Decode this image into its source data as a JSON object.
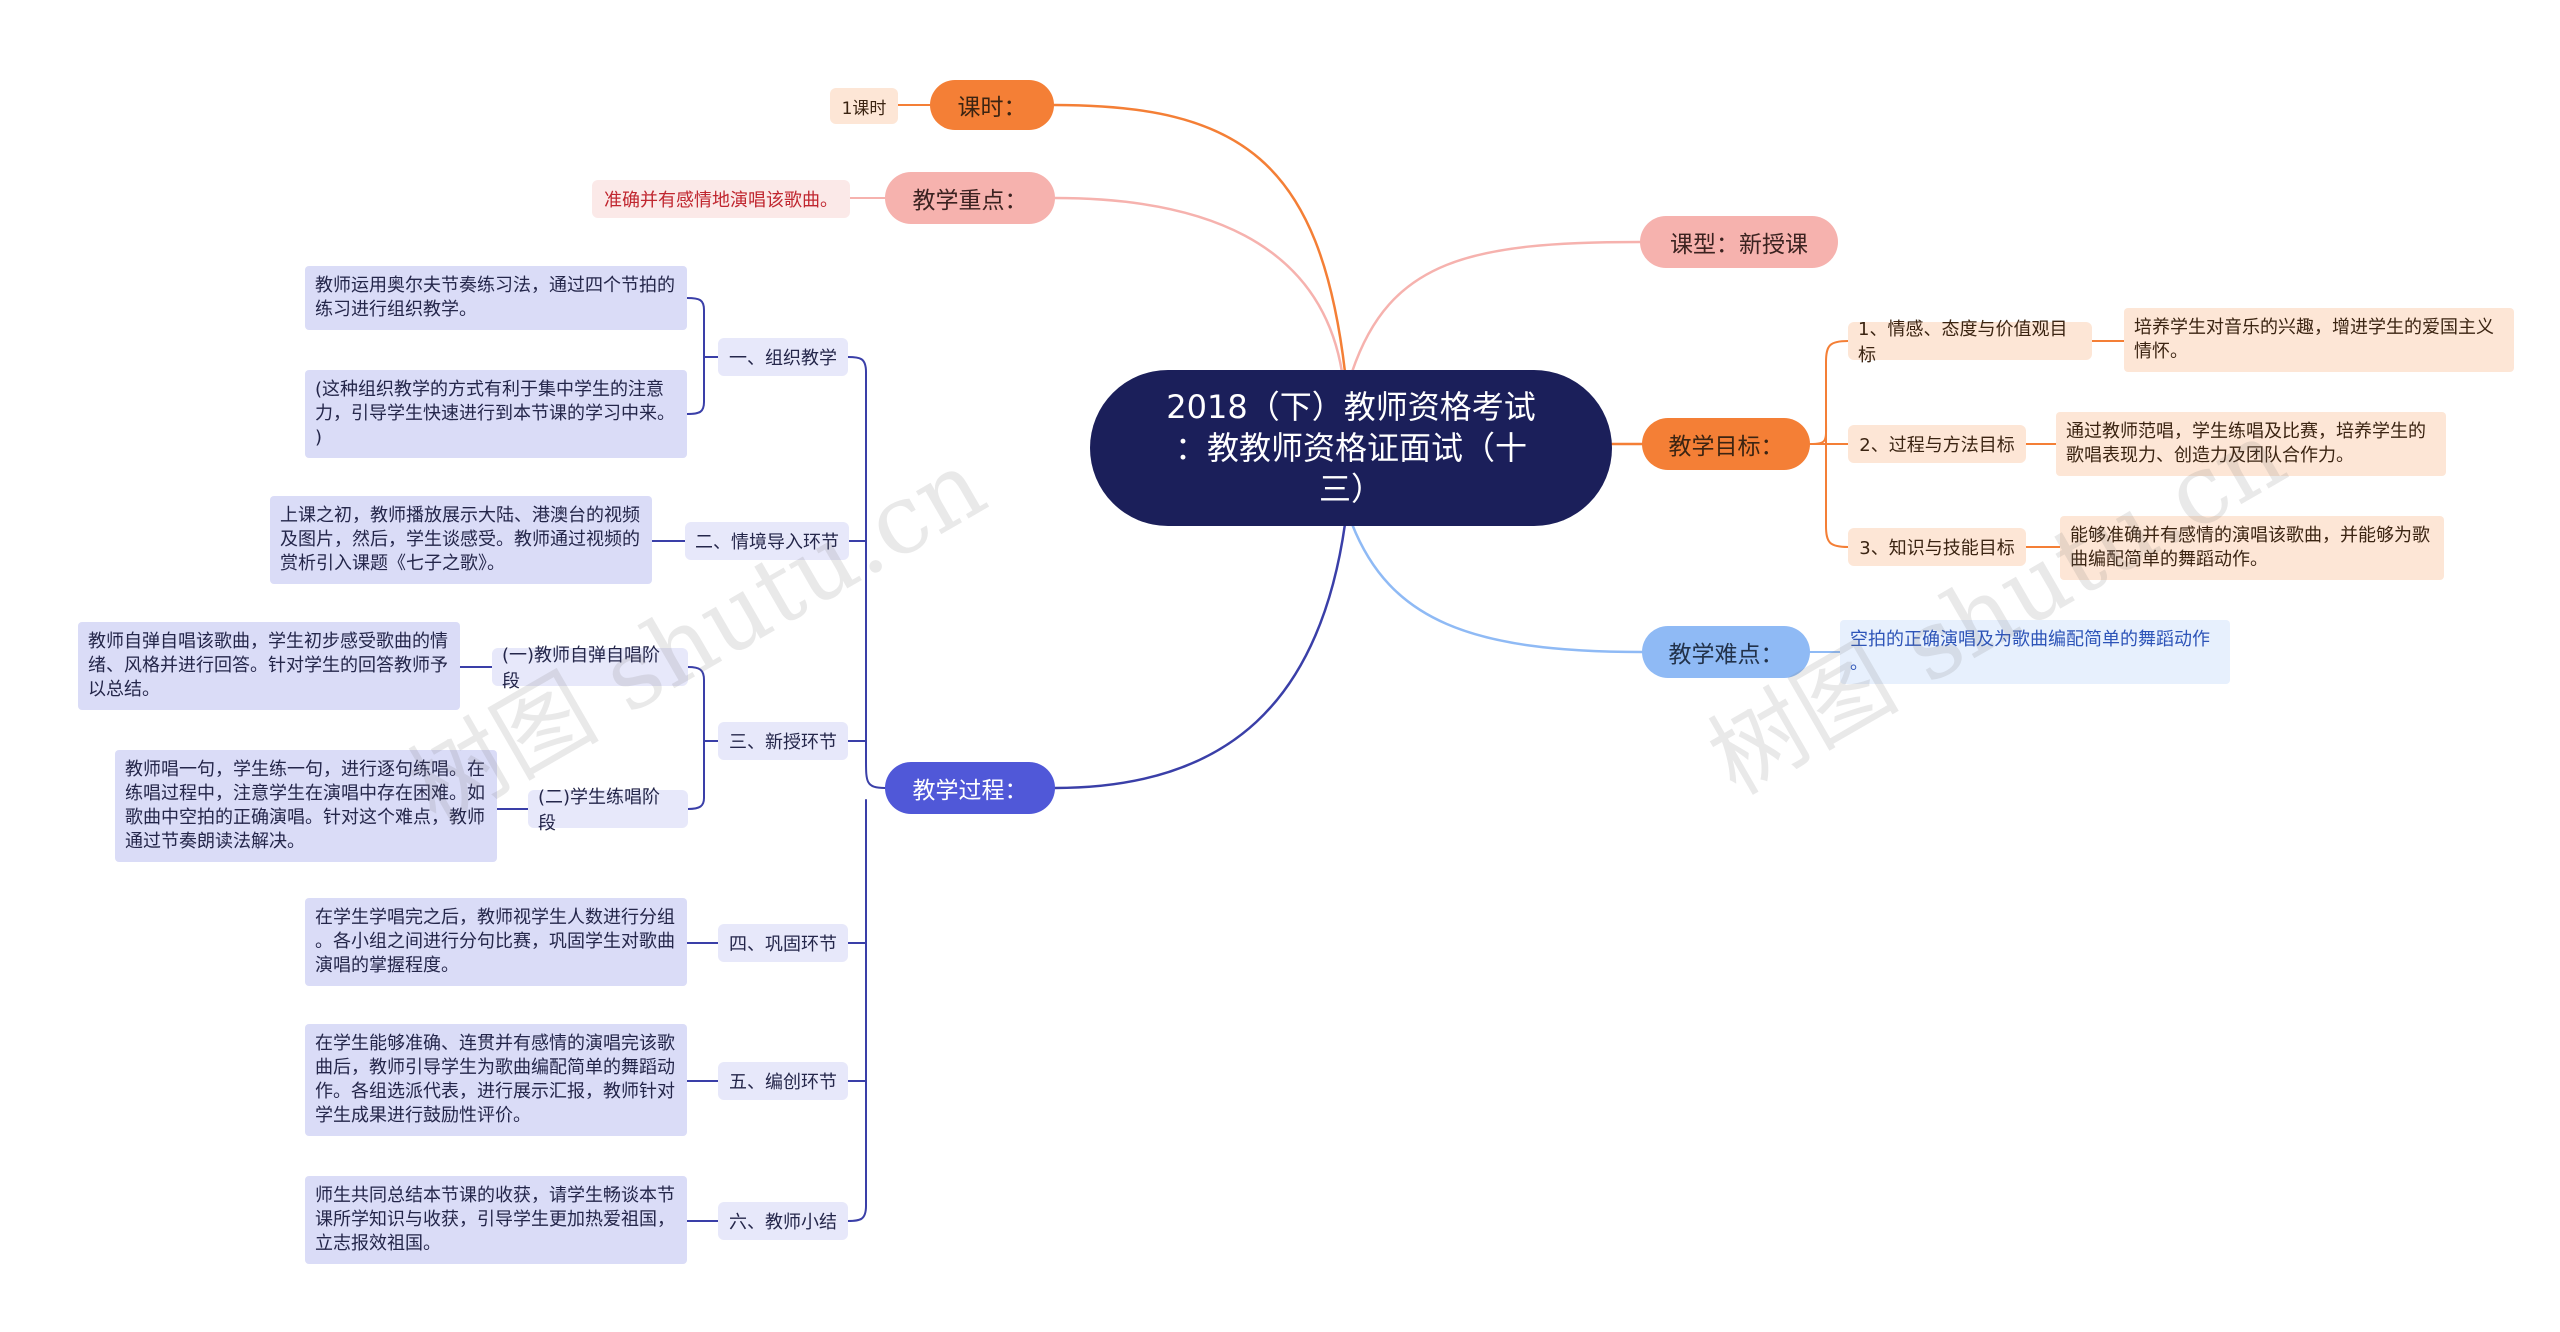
{
  "root": {
    "title": "2018（下）教师资格考试\n：教教师资格证面试（十\n三）"
  },
  "branches": {
    "class_hours": {
      "label": "课时：",
      "child": "1课时"
    },
    "key_point": {
      "label": "教学重点：",
      "child": "准确并有感情地演唱该歌曲。"
    },
    "lesson_type": {
      "label": "课型：新授课"
    },
    "goals": {
      "label": "教学目标：",
      "items": [
        {
          "label": "1、情感、态度与价值观目标",
          "detail": "培养学生对音乐的兴趣，增进学生的爱国主义\n情怀。"
        },
        {
          "label": "2、过程与方法目标",
          "detail": "通过教师范唱，学生练唱及比赛，培养学生的\n歌唱表现力、创造力及团队合作力。"
        },
        {
          "label": "3、知识与技能目标",
          "detail": "能够准确并有感情的演唱该歌曲，并能够为歌\n曲编配简单的舞蹈动作。"
        }
      ]
    },
    "difficulty": {
      "label": "教学难点：",
      "child": "空拍的正确演唱及为歌曲编配简单的舞蹈动作\n。"
    },
    "process": {
      "label": "教学过程：",
      "steps": [
        {
          "label": "一、组织教学",
          "details": [
            "教师运用奥尔夫节奏练习法，通过四个节拍的\n练习进行组织教学。",
            "(这种组织教学的方式有利于集中学生的注意\n力，引导学生快速进行到本节课的学习中来。\n)"
          ]
        },
        {
          "label": "二、情境导入环节",
          "details": [
            "上课之初，教师播放展示大陆、港澳台的视频\n及图片，然后，学生谈感受。教师通过视频的\n赏析引入课题《七子之歌》。"
          ]
        },
        {
          "label": "三、新授环节",
          "sub": [
            {
              "label": "(一)教师自弹自唱阶段",
              "detail": "教师自弹自唱该歌曲，学生初步感受歌曲的情\n绪、风格并进行回答。针对学生的回答教师予\n以总结。"
            },
            {
              "label": "(二)学生练唱阶段",
              "detail": "教师唱一句，学生练一句，进行逐句练唱。在\n练唱过程中，注意学生在演唱中存在困难。如\n歌曲中空拍的正确演唱。针对这个难点，教师\n通过节奏朗读法解决。"
            }
          ]
        },
        {
          "label": "四、巩固环节",
          "details": [
            "在学生学唱完之后，教师视学生人数进行分组\n。各小组之间进行分句比赛，巩固学生对歌曲\n演唱的掌握程度。"
          ]
        },
        {
          "label": "五、编创环节",
          "details": [
            "在学生能够准确、连贯并有感情的演唱完该歌\n曲后，教师引导学生为歌曲编配简单的舞蹈动\n作。各组选派代表，进行展示汇报，教师针对\n学生成果进行鼓励性评价。"
          ]
        },
        {
          "label": "六、教师小结",
          "details": [
            "师生共同总结本节课的收获，请学生畅谈本节\n课所学知识与收获，引导学生更加热爱祖国，\n立志报效祖国。"
          ]
        }
      ]
    }
  },
  "watermarks": [
    "树图 shutu.cn",
    "树图 shutu.cn"
  ],
  "colors": {
    "orange": "#f47f36",
    "pink": "#f6b2ae",
    "blue": "#8fbaf5",
    "navy": "#3a3fa8",
    "root": "#1b1f5a"
  }
}
